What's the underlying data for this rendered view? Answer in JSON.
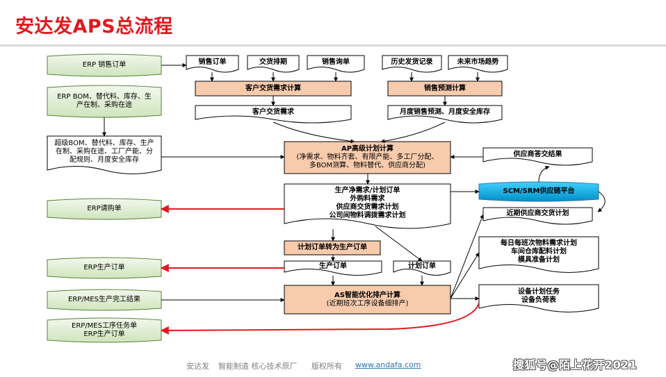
{
  "title": "安达发APS总流程",
  "erp": {
    "sales_order": "ERP 销售订单",
    "bom_line1": "ERP BOM、替代料、库存、生",
    "bom_line2": "产在制、采购在途",
    "purchase": "ERP请购单",
    "production_order": "ERP生产订单",
    "mes_done": "ERP/MES生产完工结果",
    "mes_task_line1": "ERP/MES工序任务单",
    "mes_task_line2": "ERP生产订单"
  },
  "inputs": {
    "sales_order": "销售订单",
    "delivery_schedule": "交货排期",
    "sales_inquiry": "销售询单",
    "history_shipments": "历史发货记录",
    "market_trend": "未来市场趋势"
  },
  "calc": {
    "customer_demand": "客户交货需求计算",
    "sales_forecast": "销售预测计算"
  },
  "outputs": {
    "customer_demand": "客户交货需求",
    "monthly_forecast": "月度销售预测、月度安全库存"
  },
  "super_bom": {
    "line1": "超级BOM、替代料、库存、生产",
    "line2": "在制、采购在途、工厂产能、分",
    "line3": "配规则、月度安全库存"
  },
  "ap": {
    "title": "AP高级计划计算",
    "line2": "(净需求、物料齐套、有限产能、多工厂分配、",
    "line3": "多BOM测算、物料替代、供应商分配)"
  },
  "supplier_reply": "供应商答交结果",
  "ap_output": {
    "line1": "生产净需求/计划订单",
    "line2": "外购料需求",
    "line3": "供应商交货需求计划",
    "line4": "公司间物料调拨需求计划"
  },
  "scm": "SCM/SRM供应链平台",
  "near_supplier_plan": "近期供应商交货计划",
  "convert": "计划订单转为生产订单",
  "production_order": "生产订单",
  "plan_order": "计划订单",
  "daily": {
    "line1": "每日每班次物料需求计划",
    "line2": "车间仓库配料计划",
    "line3": "模具准备计划"
  },
  "as": {
    "title": "AS智能优化排产计算",
    "sub": "(近期班次工序设备细排产)"
  },
  "equipment": {
    "line1": "设备计划任务",
    "line2": "设备负荷表"
  },
  "footer": {
    "company": "安达发",
    "slogan": "智能制造 核心技术原厂",
    "rights": "版权所有",
    "url": "www.andafa.com"
  },
  "watermark": "搜狐号@陌上花开2021",
  "colors": {
    "title_red": "#e0191f",
    "green_fill": "#70ad47",
    "green_light": "#e2efda",
    "orange_fill": "#f8cbad",
    "cyan_fill": "#00b0f0",
    "red_arrow": "#e0191f"
  }
}
